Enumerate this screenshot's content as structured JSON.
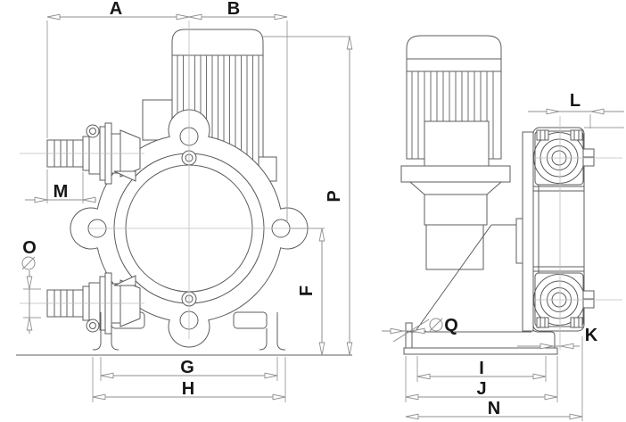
{
  "drawing": {
    "background": "#ffffff",
    "line_colors": {
      "geometry": "#5c5c5c",
      "dimension": "#8f8f8f",
      "centerline": "#bdbdbd",
      "label": "#161616"
    },
    "views": [
      {
        "id": "front"
      },
      {
        "id": "side"
      }
    ],
    "dims": {
      "A": {
        "label": "A",
        "view": "front"
      },
      "B": {
        "label": "B",
        "view": "front"
      },
      "F": {
        "label": "F",
        "view": "front"
      },
      "G": {
        "label": "G",
        "view": "front"
      },
      "H": {
        "label": "H",
        "view": "front"
      },
      "M": {
        "label": "M",
        "view": "front"
      },
      "O": {
        "label": "O",
        "view": "front",
        "diameter_symbol": "⌀"
      },
      "P": {
        "label": "P",
        "view": "front"
      },
      "I": {
        "label": "I",
        "view": "side"
      },
      "J": {
        "label": "J",
        "view": "side"
      },
      "K": {
        "label": "K",
        "view": "side"
      },
      "L": {
        "label": "L",
        "view": "side"
      },
      "N": {
        "label": "N",
        "view": "side"
      },
      "Q": {
        "label": "Q",
        "view": "side",
        "diameter_symbol": "⌀"
      }
    }
  }
}
